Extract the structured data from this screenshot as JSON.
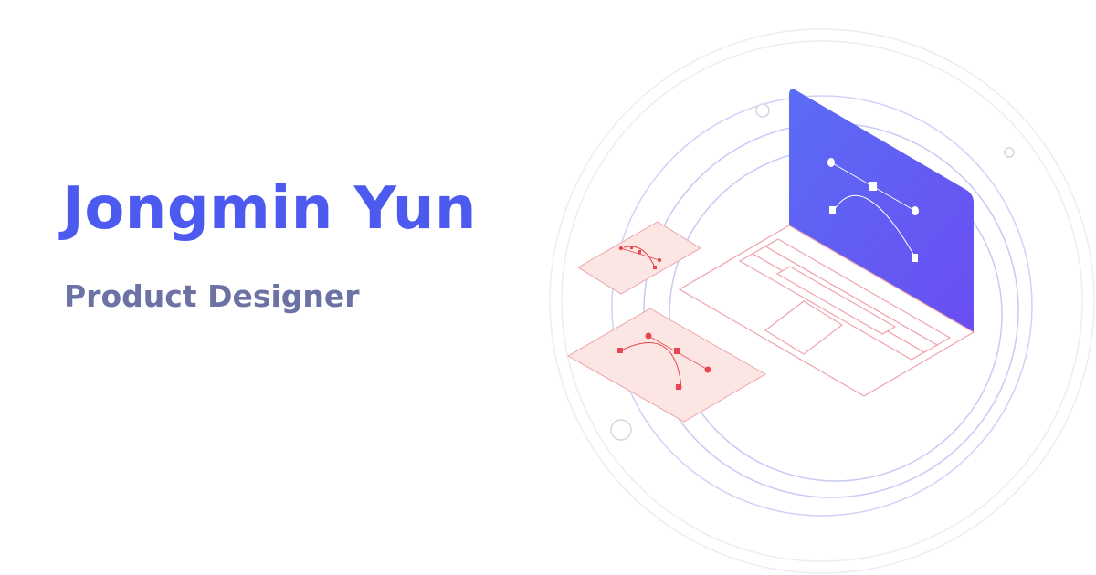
{
  "profile": {
    "name": "Jongmin Yun",
    "title": "Product Designer"
  },
  "illustration": {
    "subject": "isometric laptop with bezier-curve design cards",
    "icons": [
      "laptop-icon",
      "bezier-curve-icon",
      "orbit-rings"
    ]
  },
  "colors": {
    "name": "#4c5af0",
    "title": "#6c72a4",
    "screen_start": "#5b6cf5",
    "screen_end": "#6a4ef2",
    "laptop_line": "#f0a3ad",
    "card_fill": "#fbe6e3",
    "card_accent": "#e8474f",
    "rings": "#c3c6f2",
    "rings_faint": "#e3e4ec"
  }
}
